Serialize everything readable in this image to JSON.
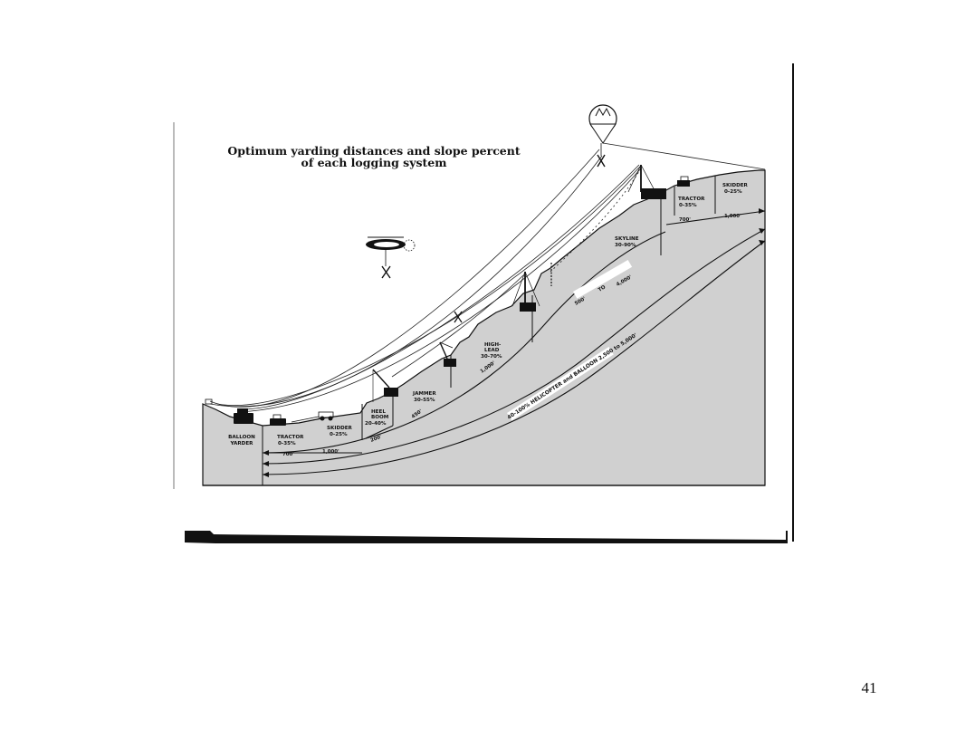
{
  "figure": {
    "title_line1": "Optimum yarding distances and slope percent",
    "title_line2": "of each logging system"
  },
  "systems": [
    {
      "name": "BALLOON\nYARDER",
      "slope": ""
    },
    {
      "name": "TRACTOR",
      "slope": "0-35%"
    },
    {
      "name": "SKIDDER",
      "slope": "0-25%"
    },
    {
      "name": "HEEL\nBOOM",
      "slope": "20-40%"
    },
    {
      "name": "JAMMER",
      "slope": "30-55%"
    },
    {
      "name": "HIGH-\nLEAD",
      "slope": "30-70%"
    },
    {
      "name": "SKYLINE",
      "slope": "30-90%"
    },
    {
      "name": "TRACTOR",
      "slope": "0-35%"
    },
    {
      "name": "SKIDDER",
      "slope": "0-25%"
    }
  ],
  "distances": {
    "tractor_left": "700'",
    "skidder_left": "1,000'",
    "heel_boom": "200'",
    "jammer": "450'",
    "high_lead": "1,000'",
    "skyline_from": "500'",
    "skyline_to_word": "TO",
    "skyline_to": "4,000'",
    "helicopter_balloon": "40-100% HELICOPTER and BALLOON 2,500 to 5,000'",
    "tractor_right": "700'",
    "skidder_right": "1,000'"
  },
  "page": {
    "number": "41"
  },
  "colors": {
    "ground": "#d0d0d0",
    "ink": "#111111",
    "paper": "#ffffff"
  }
}
